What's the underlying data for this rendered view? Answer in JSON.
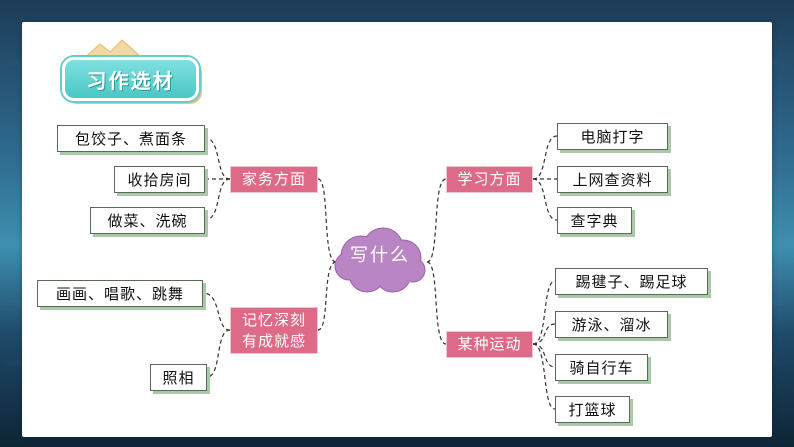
{
  "title": "习作选材",
  "center": "写什么",
  "left_top": {
    "branch": "家务方面",
    "leaves": [
      "包饺子、煮面条",
      "收拾房间",
      "做菜、洗碗"
    ]
  },
  "left_bottom": {
    "branch_line1": "记忆深刻",
    "branch_line2": "有成就感",
    "leaves": [
      "画画、唱歌、跳舞",
      "照相"
    ]
  },
  "right_top": {
    "branch": "学习方面",
    "leaves": [
      "电脑打字",
      "上网查资料",
      "查字典"
    ]
  },
  "right_bottom": {
    "branch": "某种运动",
    "leaves": [
      "踢毽子、踢足球",
      "游泳、溜冰",
      "骑自行车",
      "打篮球"
    ]
  },
  "colors": {
    "branch": "#dd6b87",
    "center": "#b985c4",
    "badge": "#4cc6c6",
    "leaf_shadow": "#a9c9a9"
  }
}
